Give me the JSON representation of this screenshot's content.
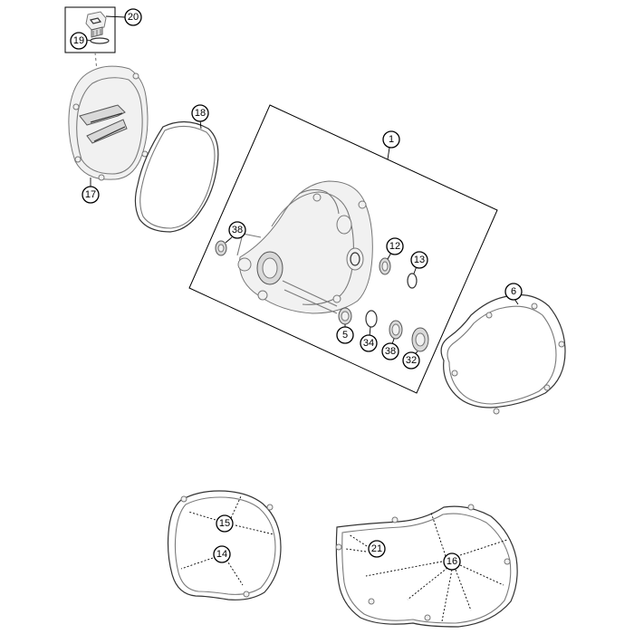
{
  "callouts": {
    "c20": "20",
    "c19": "19",
    "c17": "17",
    "c18": "18",
    "c1": "1",
    "c38a": "38",
    "c12": "12",
    "c13": "13",
    "c5": "5",
    "c34": "34",
    "c38b": "38",
    "c32": "32",
    "c6": "6",
    "c15": "15",
    "c14": "14",
    "c21": "21",
    "c16": "16"
  }
}
